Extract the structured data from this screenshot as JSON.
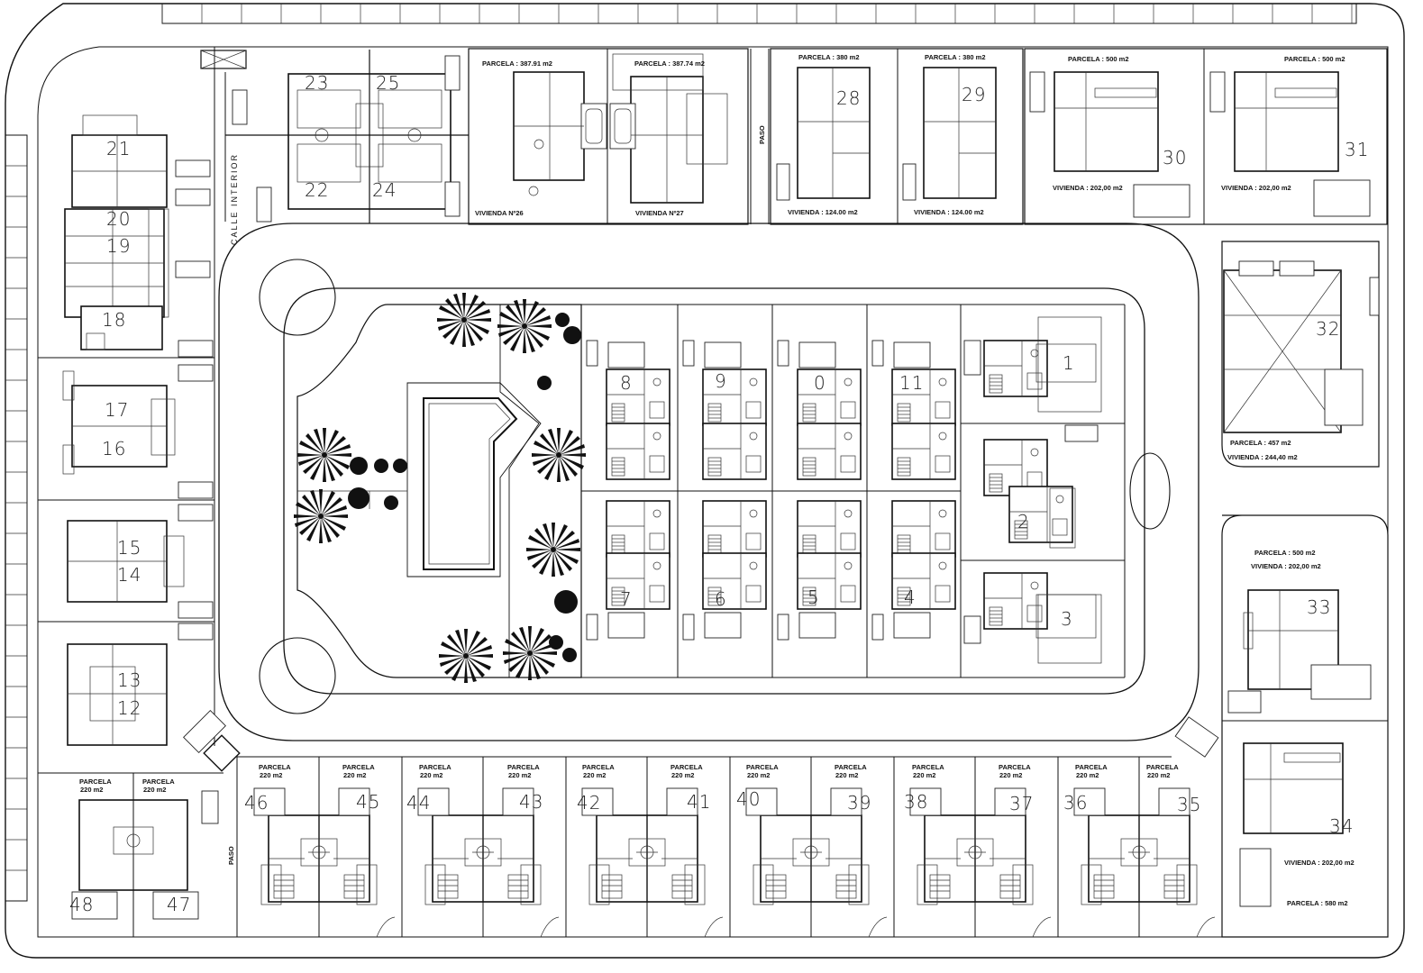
{
  "plan": {
    "street_label": "CALLE INTERIOR",
    "paso_label": "PASO",
    "lots": [
      {
        "id": "lot-23",
        "label": "23"
      },
      {
        "id": "lot-25",
        "label": "25"
      },
      {
        "id": "lot-22",
        "label": "22"
      },
      {
        "id": "lot-24",
        "label": "24"
      },
      {
        "id": "lot-21",
        "label": "21"
      },
      {
        "id": "lot-20",
        "label": "20"
      },
      {
        "id": "lot-19",
        "label": "19"
      },
      {
        "id": "lot-18",
        "label": "18"
      },
      {
        "id": "lot-17",
        "label": "17"
      },
      {
        "id": "lot-16",
        "label": "16"
      },
      {
        "id": "lot-15",
        "label": "15"
      },
      {
        "id": "lot-14",
        "label": "14"
      },
      {
        "id": "lot-13",
        "label": "13"
      },
      {
        "id": "lot-12",
        "label": "12"
      },
      {
        "id": "lot-48",
        "label": "48"
      },
      {
        "id": "lot-47",
        "label": "47"
      },
      {
        "id": "lot-28",
        "label": "28"
      },
      {
        "id": "lot-29",
        "label": "29"
      },
      {
        "id": "lot-30",
        "label": "30"
      },
      {
        "id": "lot-31",
        "label": "31"
      },
      {
        "id": "lot-32",
        "label": "32"
      },
      {
        "id": "lot-33",
        "label": "33"
      },
      {
        "id": "lot-34",
        "label": "34"
      },
      {
        "id": "lot-8",
        "label": "8"
      },
      {
        "id": "lot-9",
        "label": "9"
      },
      {
        "id": "lot-0",
        "label": "0"
      },
      {
        "id": "lot-11",
        "label": "11"
      },
      {
        "id": "lot-7",
        "label": "7"
      },
      {
        "id": "lot-6",
        "label": "6"
      },
      {
        "id": "lot-5",
        "label": "5"
      },
      {
        "id": "lot-4",
        "label": "4"
      },
      {
        "id": "lot-1",
        "label": "1"
      },
      {
        "id": "lot-2",
        "label": "2"
      },
      {
        "id": "lot-3",
        "label": "3"
      },
      {
        "id": "lot-46",
        "label": "46"
      },
      {
        "id": "lot-45",
        "label": "45"
      },
      {
        "id": "lot-44",
        "label": "44"
      },
      {
        "id": "lot-43",
        "label": "43"
      },
      {
        "id": "lot-42",
        "label": "42"
      },
      {
        "id": "lot-41",
        "label": "41"
      },
      {
        "id": "lot-40",
        "label": "40"
      },
      {
        "id": "lot-39",
        "label": "39"
      },
      {
        "id": "lot-38",
        "label": "38"
      },
      {
        "id": "lot-37",
        "label": "37"
      },
      {
        "id": "lot-36",
        "label": "36"
      },
      {
        "id": "lot-35",
        "label": "35"
      }
    ],
    "annotations": {
      "p26_parcela": "PARCELA : 387.91 m2",
      "p26_vivienda": "VIVIENDA Nº26",
      "p27_parcela": "PARCELA : 387.74 m2",
      "p27_vivienda": "VIVIENDA Nº27",
      "p28_parcela": "PARCELA : 380 m2",
      "p28_vivienda": "VIVIENDA : 124.00 m2",
      "p29_parcela": "PARCELA : 380 m2",
      "p29_vivienda": "VIVIENDA : 124.00 m2",
      "p30_parcela": "PARCELA : 500 m2",
      "p30_vivienda": "VIVIENDA : 202,00 m2",
      "p31_parcela": "PARCELA : 500 m2",
      "p31_vivienda": "VIVIENDA : 202,00 m2",
      "p32_parcela": "PARCELA : 457 m2",
      "p32_vivienda": "VIVIENDA : 244,40 m2",
      "p33_parcela": "PARCELA : 500 m2",
      "p33_vivienda": "VIVIENDA : 202,00 m2",
      "p34_vivienda": "VIVIENDA : 202,00 m2",
      "p34_parcela": "PARCELA : 580 m2",
      "bottom_parcela": "PARCELA",
      "bottom_area": "220 m2"
    }
  }
}
